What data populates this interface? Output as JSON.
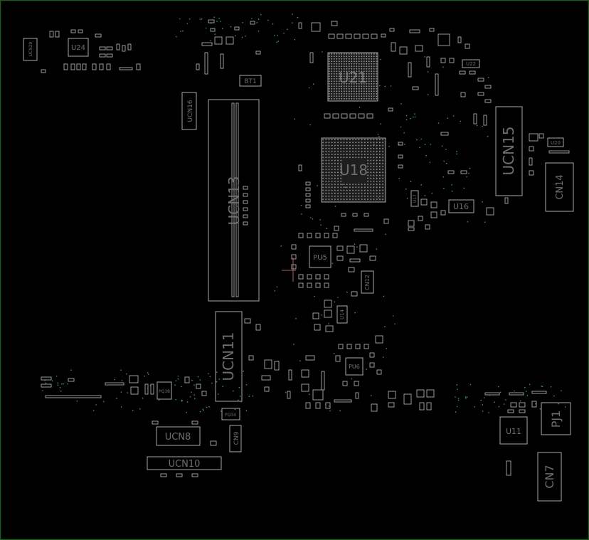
{
  "board": {
    "border_color": "#1e5a1e",
    "background": "#000000",
    "outline_color": "#a8a8a8",
    "via_color": "#3a9a90"
  },
  "components": {
    "ucn20": "UCN20",
    "u24": "U24",
    "ucn16": "UCN16",
    "bt1": "BT1",
    "u21": "U21",
    "u22": "U22",
    "ucn13": "UCN13",
    "u18": "U18",
    "ucn15": "UCN15",
    "u20": "U20",
    "cn14": "CN14",
    "u17": "U17",
    "u16": "U16",
    "pu5": "PU5",
    "cn12": "CN12",
    "u14": "U14",
    "ucn11": "UCN11",
    "pu6": "PU6",
    "pq38": "PQ38",
    "pq34": "PQ34",
    "ucn8": "UCN8",
    "cn9": "CN9",
    "ucn10": "UCN10",
    "u11": "U11",
    "pj1": "PJ1",
    "cn7": "CN7"
  }
}
